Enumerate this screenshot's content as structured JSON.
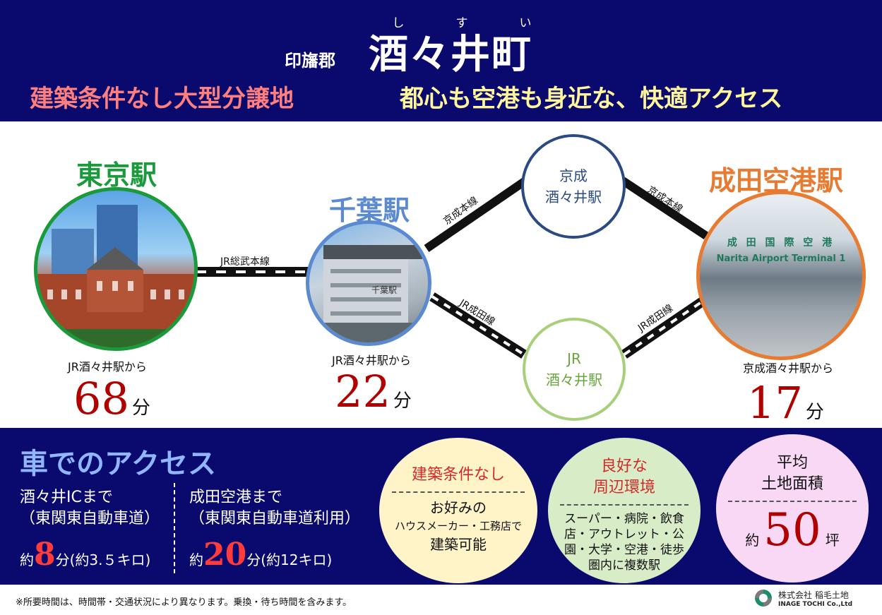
{
  "header": {
    "furigana": [
      "し",
      "す",
      "い"
    ],
    "district": "印旛郡",
    "town": "酒々井町",
    "left_tagline": "建築条件なし大型分譲地",
    "right_tagline": "都心も空港も身近な、快適アクセス",
    "colors": {
      "background": "#0a0a6e",
      "left_tagline": "#ff7f7f",
      "right_tagline": "#fff59a"
    }
  },
  "stations": {
    "tokyo": {
      "name": "東京駅",
      "from": "JR酒々井駅から",
      "minutes": "68",
      "unit": "分",
      "color": "#1a9a3a"
    },
    "chiba": {
      "name": "千葉駅",
      "from": "JR酒々井駅から",
      "minutes": "22",
      "unit": "分",
      "color": "#5b8ad0"
    },
    "narita": {
      "name": "成田空港駅",
      "from": "京成酒々井駅から",
      "minutes": "17",
      "unit": "分",
      "color": "#e87b32",
      "sign_ja": "成 田 国 際 空 港",
      "sign_en": "Narita Airport Terminal 1"
    },
    "chiba_sign": "千葉駅",
    "keisei_shisui": {
      "line1": "京成",
      "line2": "酒々井駅"
    },
    "jr_shisui": {
      "line1": "JR",
      "line2": "酒々井駅"
    }
  },
  "lines": {
    "sobu": "JR総武本線",
    "keisei_left": "京成本線",
    "keisei_right": "京成本線",
    "jr_narita_left": "JR成田線",
    "jr_narita_right": "JR成田線"
  },
  "car_access": {
    "title": "車でのアクセス",
    "ic": {
      "dest": "酒々井ICまで",
      "road": "（東関東自動車道）",
      "prefix": "約",
      "minutes": "8",
      "suffix": "分(約3.５キロ)"
    },
    "airport": {
      "dest": "成田空港まで",
      "road": "（東関東自動車道利用）",
      "prefix": "約",
      "minutes": "20",
      "suffix": "分(約12キロ)"
    }
  },
  "features": {
    "no_conditions": {
      "title": "建築条件なし",
      "body": [
        "お好みの",
        "ハウスメーカー・工務店で",
        "建築可能"
      ]
    },
    "environment": {
      "title": [
        "良好な",
        "周辺環境"
      ],
      "body": "スーパー・病院・飲食店・アウトレット・公園・大学・空港・徒歩圏内に複数駅"
    },
    "land_area": {
      "title": [
        "平均",
        "土地面積"
      ],
      "prefix": "約",
      "value": "50",
      "unit": "坪"
    }
  },
  "footer": {
    "note": "※所要時間は、時間帯・交通状況により異なります。乗換・待ち時間を含みます。",
    "company_ja": "株式会社 稲毛土地",
    "company_en": "INAGE TOCHI Co.,Ltd"
  }
}
